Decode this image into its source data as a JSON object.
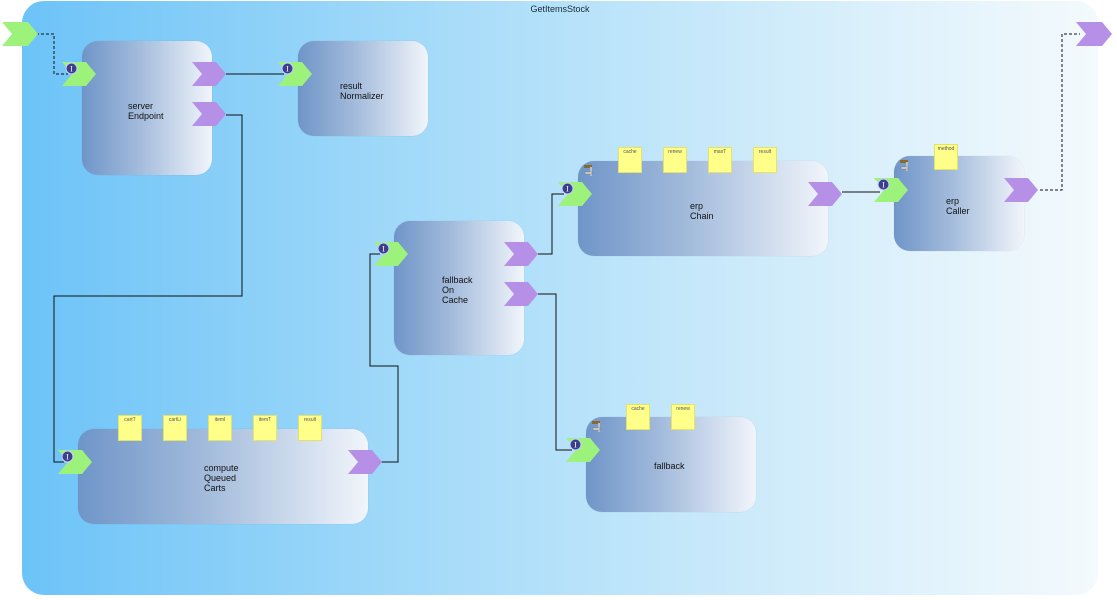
{
  "flow_title": "GetItemsStock",
  "nodes": {
    "server_endpoint": {
      "label": "server\nEndpoint"
    },
    "result_normalizer": {
      "label": "result\nNormalizer"
    },
    "erp_chain": {
      "label": "erp\nChain",
      "notes": [
        "cache",
        "renew",
        "maxT",
        "result"
      ]
    },
    "erp_caller": {
      "label": "erp\nCaller",
      "notes": [
        "method"
      ]
    },
    "fallback_on_cache": {
      "label": "fallback\nOn\nCache"
    },
    "fallback": {
      "label": "fallback",
      "notes": [
        "cache",
        "renew"
      ]
    },
    "compute_queued_carts": {
      "label": "compute\nQueued\nCarts",
      "notes": [
        "cartT",
        "cartLi",
        "itemI",
        "itemT",
        "result"
      ]
    }
  },
  "badge_letter": "I",
  "colors": {
    "input_port": "#9cf27a",
    "output_port": "#b690e6",
    "note": "#ffff8a",
    "wire": "#111111"
  }
}
